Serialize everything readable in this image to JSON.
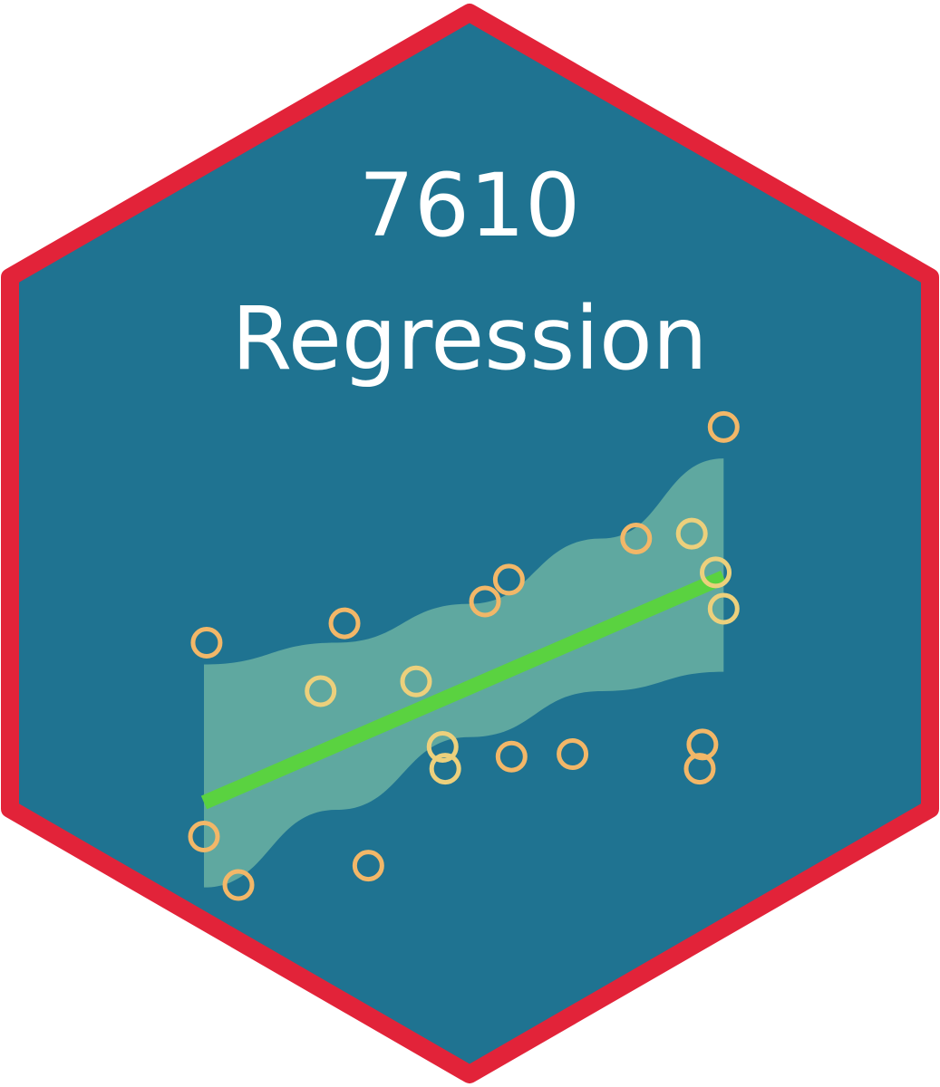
{
  "logo": {
    "title_line1": "7610",
    "title_line2": "Regression"
  },
  "colors": {
    "hex_fill": "#1f7391",
    "hex_border": "#e22339",
    "band_fill": "#5fa8a0",
    "fit_line": "#5ad240",
    "point_orange": "#f2b768",
    "point_yellow": "#ecd07c",
    "title_text": "#ffffff"
  },
  "icons": {
    "badge": "hex-sticker-icon",
    "plot": "scatter-regression-icon"
  },
  "chart_data": {
    "type": "scatter",
    "title": "",
    "xlabel": "",
    "ylabel": "",
    "grid": false,
    "legend": "none",
    "xlim": [
      0,
      10
    ],
    "ylim": [
      0,
      10
    ],
    "points": [
      {
        "x": 0.05,
        "y": 5.15,
        "tone": "orange"
      },
      {
        "x": 0.0,
        "y": 1.15,
        "tone": "orange"
      },
      {
        "x": 0.65,
        "y": 0.15,
        "tone": "orange"
      },
      {
        "x": 2.65,
        "y": 5.55,
        "tone": "orange"
      },
      {
        "x": 2.2,
        "y": 4.15,
        "tone": "yellow"
      },
      {
        "x": 3.1,
        "y": 0.55,
        "tone": "orange"
      },
      {
        "x": 4.0,
        "y": 4.35,
        "tone": "yellow"
      },
      {
        "x": 4.5,
        "y": 3.0,
        "tone": "yellow"
      },
      {
        "x": 4.55,
        "y": 2.55,
        "tone": "yellow"
      },
      {
        "x": 5.3,
        "y": 6.0,
        "tone": "orange"
      },
      {
        "x": 5.75,
        "y": 6.45,
        "tone": "orange"
      },
      {
        "x": 5.8,
        "y": 2.8,
        "tone": "orange"
      },
      {
        "x": 6.95,
        "y": 2.85,
        "tone": "orange"
      },
      {
        "x": 8.15,
        "y": 7.3,
        "tone": "orange"
      },
      {
        "x": 9.2,
        "y": 7.4,
        "tone": "yellow"
      },
      {
        "x": 9.35,
        "y": 2.55,
        "tone": "orange"
      },
      {
        "x": 9.4,
        "y": 3.05,
        "tone": "orange"
      },
      {
        "x": 9.65,
        "y": 6.6,
        "tone": "yellow"
      },
      {
        "x": 9.8,
        "y": 5.85,
        "tone": "yellow"
      },
      {
        "x": 9.8,
        "y": 9.6,
        "tone": "orange"
      }
    ],
    "fit": {
      "x": [
        0,
        9.8
      ],
      "y": [
        1.85,
        6.5
      ]
    },
    "band": {
      "x": [
        0,
        2.5,
        5,
        7.5,
        9.8
      ],
      "upper": [
        4.7,
        5.15,
        5.95,
        7.3,
        8.95
      ],
      "lower": [
        0.1,
        1.7,
        3.2,
        4.15,
        4.55
      ]
    }
  }
}
